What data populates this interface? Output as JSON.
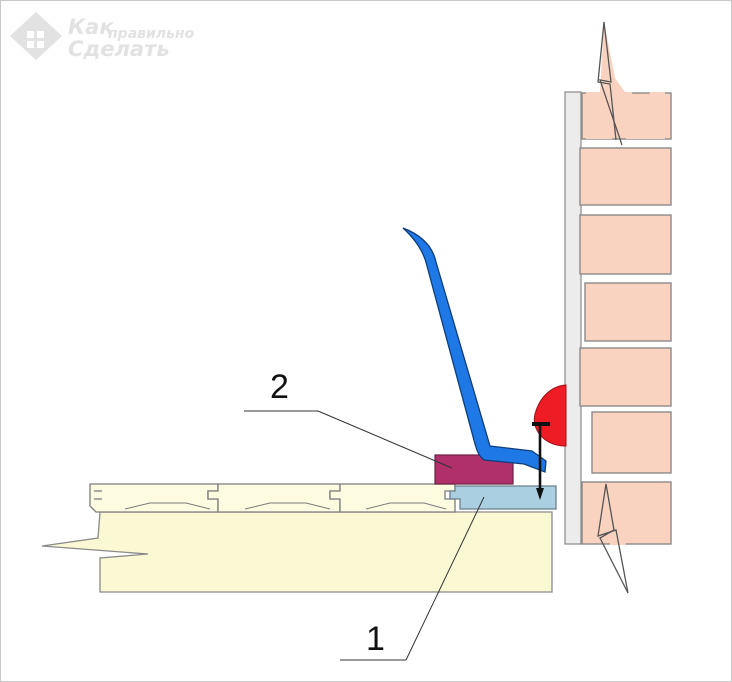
{
  "logo": {
    "line1_big": "Как",
    "line1_small": "правильно",
    "line2": "Сделать"
  },
  "callouts": [
    {
      "id": "callout-1",
      "label": "1"
    },
    {
      "id": "callout-2",
      "label": "2"
    }
  ],
  "colors": {
    "brick": "#f9d3bf",
    "mortar": "#ececec",
    "floor_board": "#fdfbe0",
    "subfloor": "#fbf8d4",
    "mount_strip": "#a9cfe0",
    "cable_block": "#b0306c",
    "skirting": "#1e78e6",
    "red_seal": "#ee1c24"
  }
}
